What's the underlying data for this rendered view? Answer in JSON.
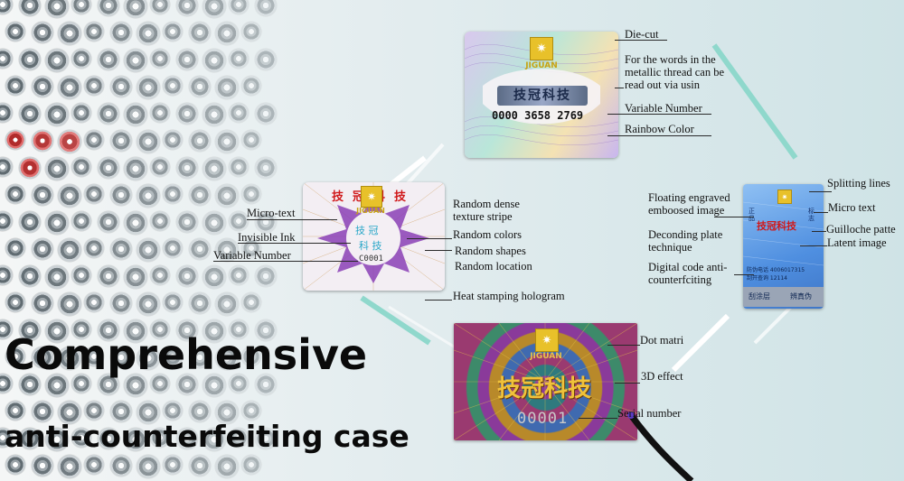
{
  "title_line1": "Comprehensive",
  "title_line2": "anti-counterfeiting case",
  "brand_cn": "技冠科技",
  "brand_en": "JIGUAN",
  "cards": {
    "top": {
      "number": "0000 3658 2769",
      "thread_cn": "技冠科技"
    },
    "left": {
      "brand_cn": "技冠科技",
      "inner_cn_1": "技 冠",
      "inner_cn_2": "科 技",
      "number": "C0001"
    },
    "right": {
      "left_cn": "正品",
      "right_cn": "标志",
      "code_line1": "防伪电话 4006017315",
      "code_line2": "刮开查询 12114",
      "bottom_left": "刮涂层",
      "bottom_right": "辨真伪"
    },
    "bottom": {
      "brand_cn": "技冠科技",
      "serial": "00001"
    }
  },
  "labels": {
    "top": [
      "Die-cut",
      "For the words in the metallic thread can be read out via  usin",
      "Variable Number",
      "Rainbow Color"
    ],
    "left_side": [
      "Micro-text",
      "Invisible Ink",
      "Variable Number"
    ],
    "left_right": [
      "Random dense texture stripe",
      "Random colors",
      "Random shapes",
      "Random location",
      "Heat stamping hologram"
    ],
    "right_left": [
      "Floating engraved emboosed image",
      "Deconding plate technique",
      "Digital code anti-counterfciting"
    ],
    "right_right": [
      "Splitting lines",
      "Micro text",
      "Guilloche patte",
      "Latent image"
    ],
    "bottom": [
      "Dot matri",
      "3D effect",
      "Serial number"
    ]
  },
  "colors": {
    "accent_teal": "#7fd0c4",
    "frame": "#ffffff",
    "gold": "#e8c12a",
    "red_cn": "#d0181a",
    "blue_card": "#4f8fe0"
  }
}
